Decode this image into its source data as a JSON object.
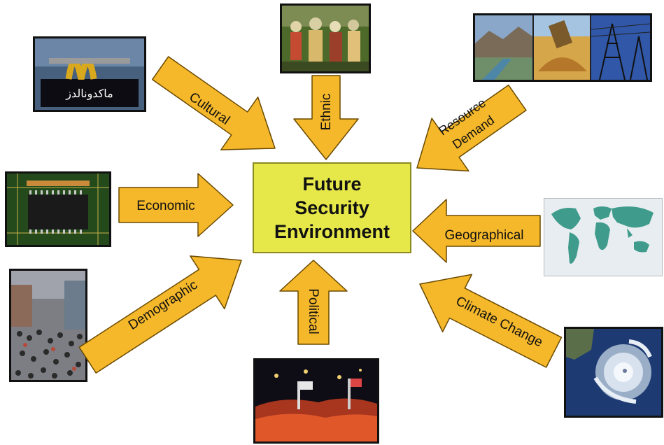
{
  "center": {
    "title": "Future\nSecurity\nEnvironment"
  },
  "factors": {
    "cultural": "Cultural",
    "ethnic": "Ethnic",
    "resource_line1": "Resource",
    "resource_line2": "Demand",
    "economic": "Economic",
    "geographical": "Geographical",
    "demographic": "Demographic",
    "political": "Political",
    "climate": "Climate Change"
  },
  "photos": {
    "mcdonalds_sign": "ماكدونالدز"
  },
  "colors": {
    "arrow_fill": "#f5b82a",
    "arrow_stroke": "#6b4a00",
    "center_fill": "#e6e84a",
    "map_bg": "#e8edf1",
    "map_land": "#3f9c8c"
  }
}
